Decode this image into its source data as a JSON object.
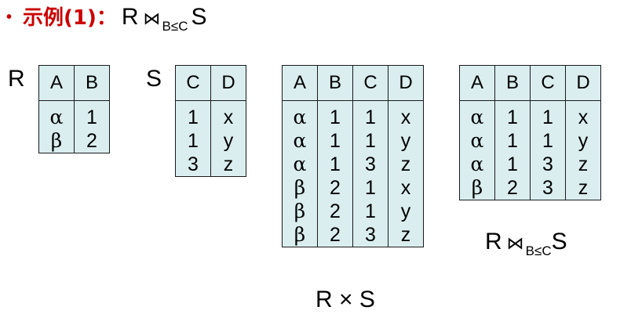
{
  "heading": {
    "bullet": "•",
    "label": "示例(1)：",
    "left": "R",
    "operator": "⋈",
    "condition": "B≤C",
    "right": "S"
  },
  "relations": {
    "R": {
      "name": "R",
      "columns": [
        "A",
        "B"
      ],
      "rows": [
        [
          "α",
          "1"
        ],
        [
          "β",
          "2"
        ]
      ]
    },
    "S": {
      "name": "S",
      "columns": [
        "C",
        "D"
      ],
      "rows": [
        [
          "1",
          "x"
        ],
        [
          "1",
          "y"
        ],
        [
          "3",
          "z"
        ]
      ]
    },
    "product": {
      "caption": "R × S",
      "columns": [
        "A",
        "B",
        "C",
        "D"
      ],
      "rows": [
        [
          "α",
          "1",
          "1",
          "x"
        ],
        [
          "α",
          "1",
          "1",
          "y"
        ],
        [
          "α",
          "1",
          "3",
          "z"
        ],
        [
          "β",
          "2",
          "1",
          "x"
        ],
        [
          "β",
          "2",
          "1",
          "y"
        ],
        [
          "β",
          "2",
          "3",
          "z"
        ]
      ]
    },
    "join": {
      "caption_left": "R",
      "caption_operator": "⋈",
      "caption_condition": "B≤C",
      "caption_right": "S",
      "columns": [
        "A",
        "B",
        "C",
        "D"
      ],
      "rows": [
        [
          "α",
          "1",
          "1",
          "x"
        ],
        [
          "α",
          "1",
          "1",
          "y"
        ],
        [
          "α",
          "1",
          "3",
          "z"
        ],
        [
          "β",
          "2",
          "3",
          "z"
        ]
      ]
    }
  },
  "colors": {
    "accent": "#cc0000",
    "table_fill": "#daeef0",
    "border": "#1a1a1a"
  }
}
